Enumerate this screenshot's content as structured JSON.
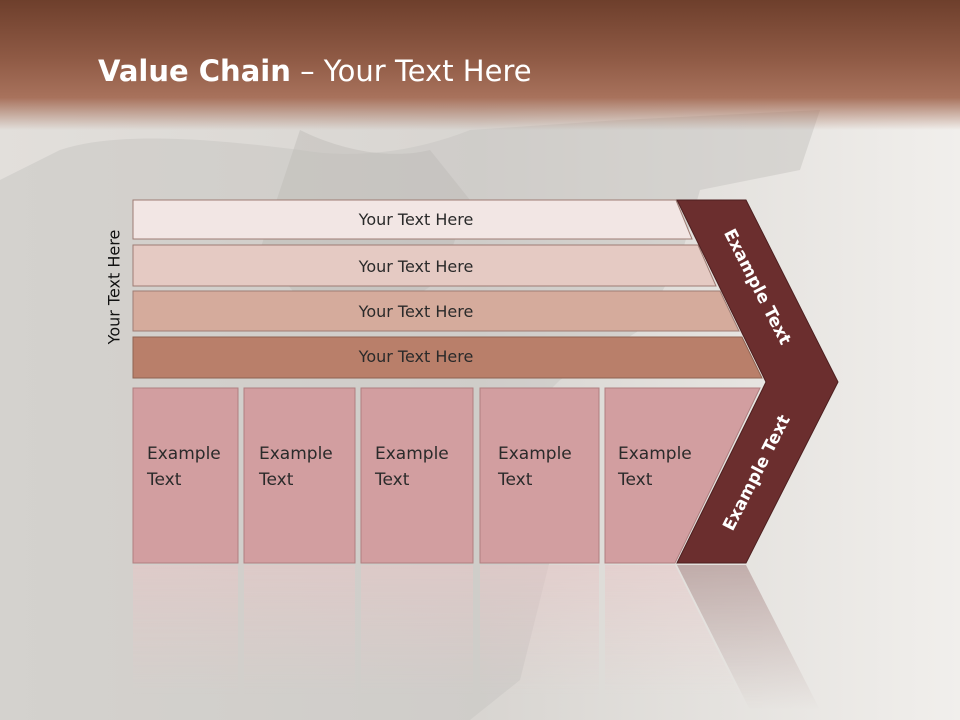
{
  "slide": {
    "title_bold": "Value Chain",
    "title_rest": " – Your Text Here",
    "side_label": "Your Text Here"
  },
  "bars": [
    {
      "label": "Your Text Here",
      "color": "#f2e6e4"
    },
    {
      "label": "Your Text Here",
      "color": "#e5cac3"
    },
    {
      "label": "Your Text Here",
      "color": "#d5ab9c"
    },
    {
      "label": "Your Text Here",
      "color": "#b97f6a"
    }
  ],
  "boxes": [
    {
      "line1": "Example",
      "line2": "Text"
    },
    {
      "line1": "Example",
      "line2": "Text"
    },
    {
      "line1": "Example",
      "line2": "Text"
    },
    {
      "line1": "Example",
      "line2": "Text"
    },
    {
      "line1": "Example",
      "line2": "Text"
    }
  ],
  "chevron": {
    "upper_label": "Example Text",
    "lower_label": "Example Text",
    "color": "#6b2e2e"
  },
  "colors": {
    "box_fill": "#d29ea0",
    "header": "#8f5a45"
  }
}
